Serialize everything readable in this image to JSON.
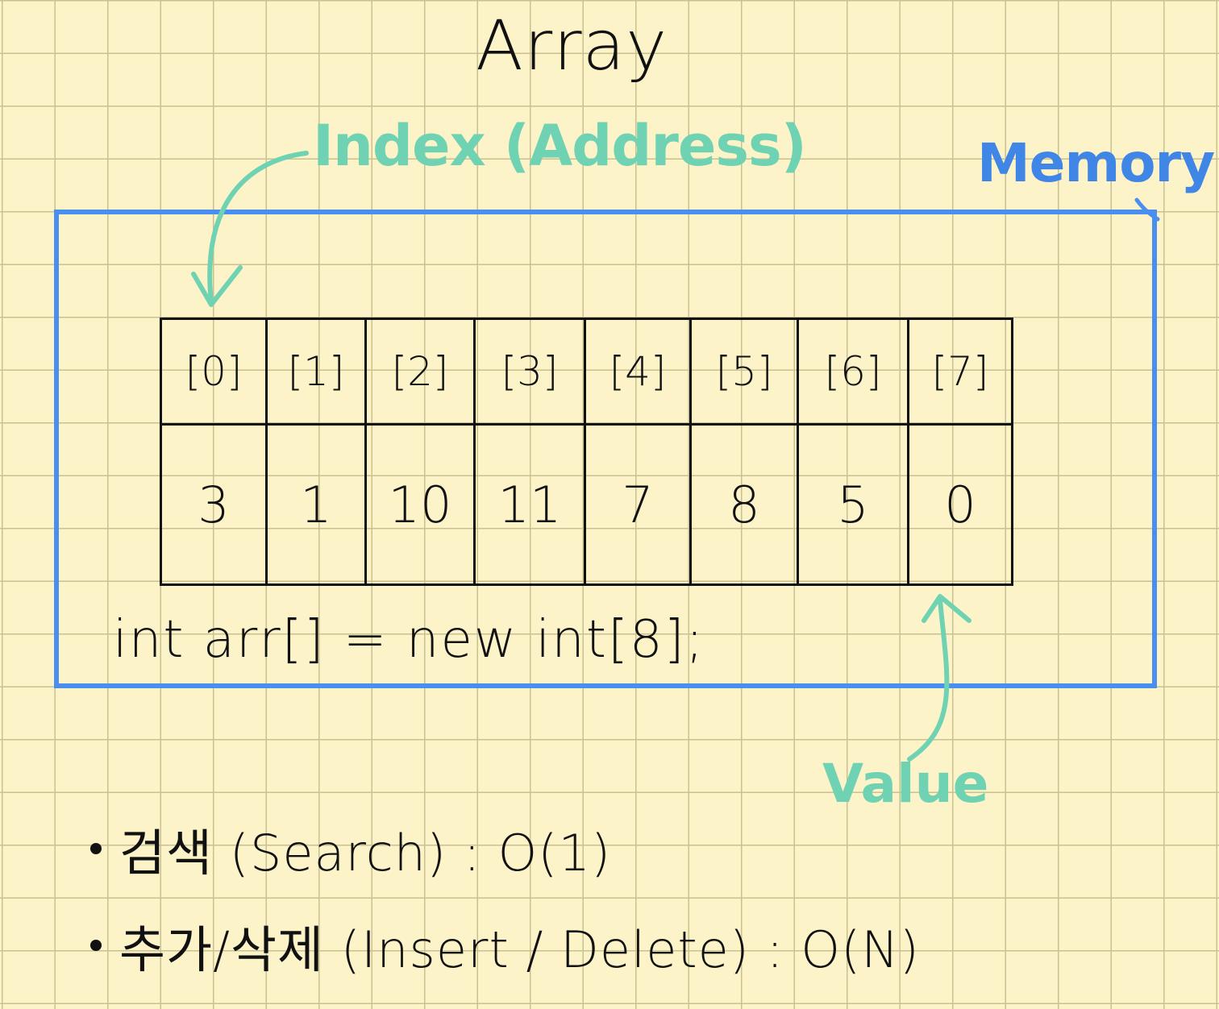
{
  "title": "Array",
  "labels": {
    "index": "Index (Address)",
    "memory": "Memory",
    "value": "Value"
  },
  "array": {
    "indices": [
      "[0]",
      "[1]",
      "[2]",
      "[3]",
      "[4]",
      "[5]",
      "[6]",
      "[7]"
    ],
    "values": [
      "3",
      "1",
      "10",
      "11",
      "7",
      "8",
      "5",
      "0"
    ]
  },
  "code": "int arr[] = new int[8];",
  "complexity": [
    "검색 (Search) : O(1)",
    "추가/삭제 (Insert / Delete) : O(N)"
  ],
  "colors": {
    "memory_box": "#4a8ff0",
    "annotation": "#6fd2b2",
    "paper": "#fdf3c8",
    "grid": "#c9c28f"
  }
}
